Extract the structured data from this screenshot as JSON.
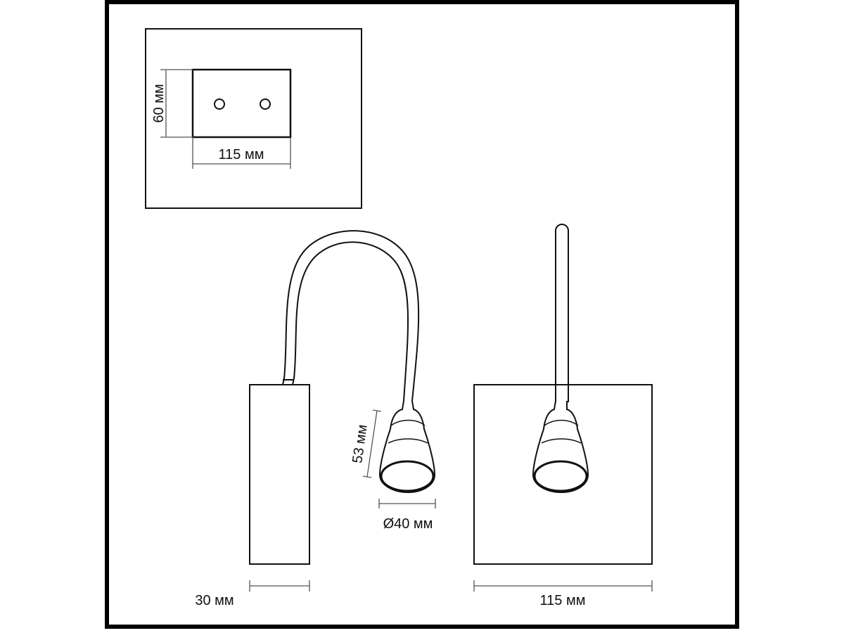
{
  "dimensions": {
    "plate_height": "60 мм",
    "plate_width": "115 мм",
    "head_height": "53 мм",
    "head_diameter": "Ø40 мм",
    "depth": "30 мм",
    "front_width": "115 мм"
  },
  "colors": {
    "line": "#111111",
    "dimension": "#555555",
    "frame": "#000000"
  }
}
